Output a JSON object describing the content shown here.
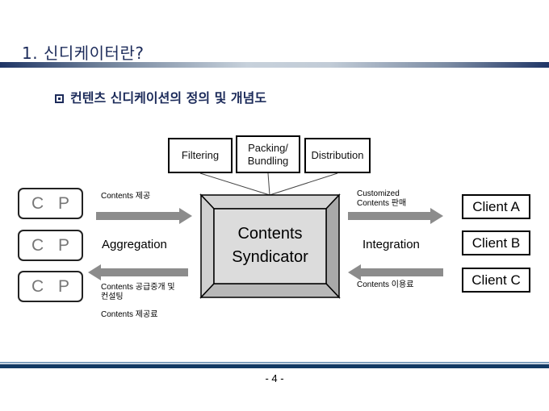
{
  "header": {
    "title": "1. 신디케이터란?",
    "subtitle": "컨텐츠 신디케이션의 정의 및 개념도"
  },
  "diagram": {
    "functions": [
      "Filtering",
      "Packing/\nBundling",
      "Distribution"
    ],
    "functions_lines": [
      [
        "Filtering"
      ],
      [
        "Packing/",
        "Bundling"
      ],
      [
        "Distribution"
      ]
    ],
    "syndicator": {
      "line1": "Contents",
      "line2": "Syndicator"
    },
    "providers": [
      "C P",
      "C P",
      "C P"
    ],
    "clients": [
      "Client A",
      "Client B",
      "Client C"
    ],
    "left": {
      "top_label": "Contents 제공",
      "middle_label": "Aggregation",
      "bottom_label_line1": "Contents 공급중개 및",
      "bottom_label_line2": "컨설팅",
      "bottom_label2": "Contents 제공료"
    },
    "right": {
      "top_label_line1": "Customized",
      "top_label_line2": "Contents 판매",
      "middle_label": "Integration",
      "bottom_label": "Contents 이용료"
    },
    "colors": {
      "arrow": "#8c8c8c",
      "box_face": "#dcdcdc",
      "box_bevel_light": "#cfcfcf",
      "box_bevel_dark": "#a9a9a9",
      "accent": "#1c2b5a"
    }
  },
  "footer": {
    "page": "- 4 -"
  }
}
